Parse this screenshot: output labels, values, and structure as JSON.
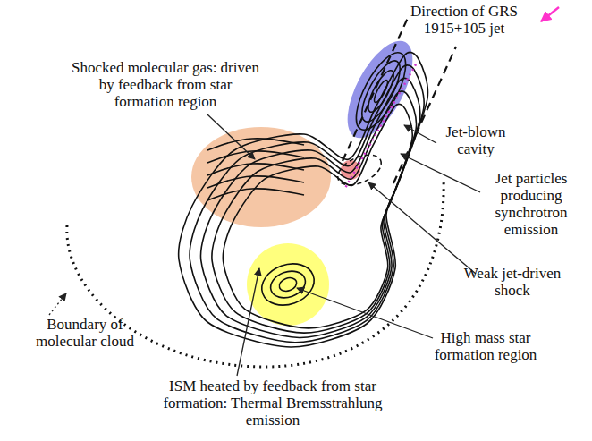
{
  "diagram": {
    "labels": [
      "Direction of GRS 1915+105 jet",
      "Shocked molecular gas: driven by feedback from star formation region",
      "Jet-blown cavity",
      "Jet particles producing synchrotron emission",
      "Weak jet-driven shock",
      "High mass star formation region",
      "Boundary of molecular cloud",
      "ISM heated by feedback from star formation: Thermal Bremsstrahlung emission"
    ]
  }
}
